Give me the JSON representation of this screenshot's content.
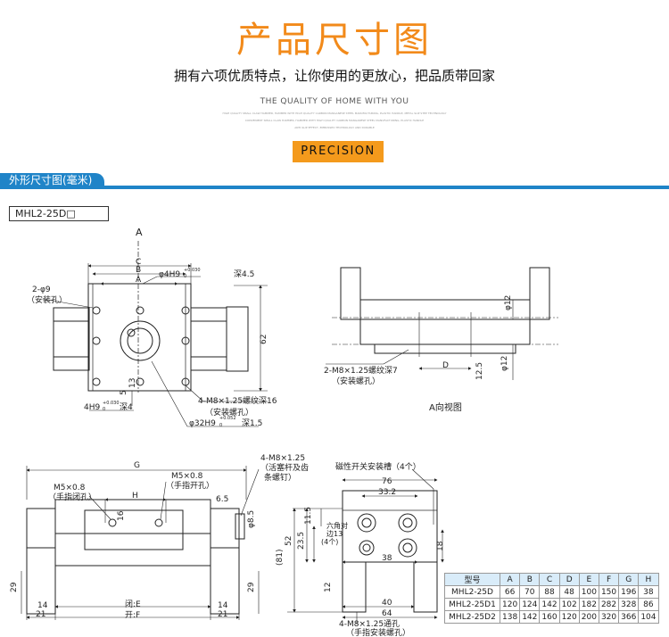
{
  "header": {
    "title": "产品尺寸图",
    "subtitle": "拥有六项优质特点，让你使用的更放心，把品质带回家",
    "quality_line": "THE QUALITY OF HOME WITH YOU",
    "small_print": [
      "HIGH QUALITY SMALL CLAW HAMMER, HAMMER WITH HIGH QUALITY CARBON MANGANESE STEEL MANUFACTURING, PLASTIC HANDLE, METAL SLIP STEP TECHNOLOGY",
      "CONVENIENT SMALL CLAW HAMMER, HAMMER WITH HIGH QUALITY CARBON MANGANESE STEEL MANUFACTURING, PLASTIC HANDLE",
      "ANTI-SLIP EFFECT, EMBOSSED TECHNOLOGY AND DURABLE"
    ],
    "badge": "PRECISION"
  },
  "section": {
    "title": "外形尺寸图(毫米)",
    "model_label": "MHL2-25D□"
  },
  "drawing_labels": {
    "A_top": "A",
    "C": "C",
    "B": "B",
    "A": "A",
    "hole_2phi9": "2-φ9",
    "install_hole": "（安装孔）",
    "phi4h9": "φ4H9",
    "tol_030": "+0.030",
    "tol_0": "0",
    "depth45": "深4.5",
    "dim62": "62",
    "dim5": "5",
    "dim13": "13",
    "h9_4": "4H9",
    "depth4": "深4",
    "m8_thread": "4-M8×1.25螺纹深16",
    "install_screw": "（安装螺孔）",
    "phi32": "φ32H9",
    "tol_052": "+0.052",
    "depth15": "深1.5",
    "side_m8": "2-M8×1.25螺纹深7",
    "side_install": "（安装螺孔）",
    "phi12a": "φ12",
    "phi12b": "φ12",
    "dim125": "12.5",
    "D": "D",
    "a_view": "A向视图",
    "G": "G",
    "m5a": "M5×0.8",
    "m5a_note": "（手指闭孔）",
    "m5b": "M5×0.8",
    "m5b_note": "（手指开孔）",
    "H": "H",
    "dim16": "16",
    "dim65": "6.5",
    "phi85": "φ8.5",
    "m8_piston": "4-M8×1.25",
    "piston_note1": "（活塞杆及齿",
    "piston_note2": "条螺钉）",
    "dim29a": "29",
    "dim14a": "14",
    "dim21a": "21",
    "closeE": "闭:E",
    "openF": "开:F",
    "dim14b": "14",
    "dim21b": "21",
    "dim29b": "29",
    "sensor_slot": "磁性开关安装槽（4个）",
    "dim76": "76",
    "dim332": "33.2",
    "dim52": "52",
    "dim235": "23.5",
    "dim115": "11.5",
    "dim81": "(81)",
    "hex13a": "六角对",
    "hex13b": "边13",
    "four": "(4个)",
    "dim38": "38",
    "dim18": "18",
    "dim12": "12",
    "dim40": "40",
    "dim64": "64",
    "m8_through": "4-M8×1.25通孔",
    "finger_install": "（手指安装螺孔）"
  },
  "spec_table": {
    "headers": [
      "型号",
      "A",
      "B",
      "C",
      "D",
      "E",
      "F",
      "G",
      "H"
    ],
    "rows": [
      [
        "MHL2-25D",
        "66",
        "70",
        "88",
        "48",
        "100",
        "150",
        "196",
        "38"
      ],
      [
        "MHL2-25D1",
        "120",
        "124",
        "142",
        "102",
        "182",
        "282",
        "328",
        "86"
      ],
      [
        "MHL2-25D2",
        "138",
        "142",
        "160",
        "120",
        "200",
        "320",
        "366",
        "104"
      ]
    ]
  },
  "colors": {
    "title": "#f28a1a",
    "badge": "#f49a1c",
    "bar": "#1f84c8",
    "table_header": "#d9ecf9"
  }
}
